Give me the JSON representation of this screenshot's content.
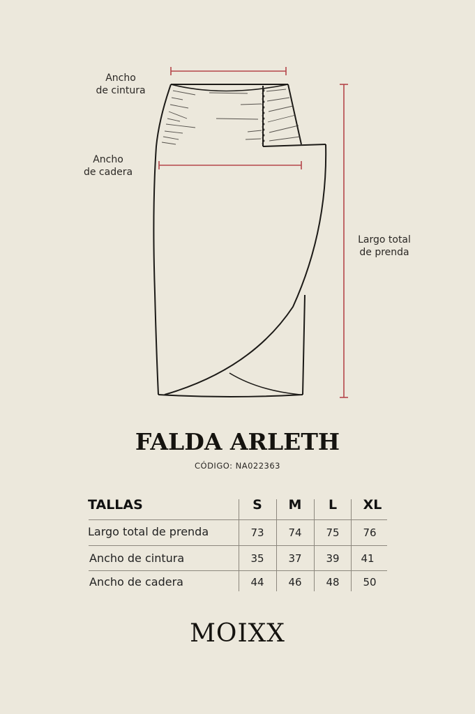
{
  "diagram": {
    "labels": {
      "waist": [
        "Ancho",
        "de cintura"
      ],
      "hip": [
        "Ancho",
        "de cadera"
      ],
      "length": [
        "Largo total",
        "de prenda"
      ]
    },
    "colors": {
      "background": "#ECE8DC",
      "measure_line": "#B5454A",
      "outline": "#1C1A17"
    }
  },
  "product": {
    "name": "FALDA ARLETH",
    "code": "CÓDIGO: NA022363"
  },
  "size_table": {
    "header_label": "TALLAS",
    "sizes": [
      "S",
      "M",
      "L",
      "XL"
    ],
    "rows": [
      {
        "label": "Largo total de prenda",
        "values": [
          "73",
          "74",
          "75",
          "76"
        ]
      },
      {
        "label": "Ancho de cintura",
        "values": [
          "35",
          "37",
          "39",
          "41"
        ]
      },
      {
        "label": "Ancho de cadera",
        "values": [
          "44",
          "46",
          "48",
          "50"
        ]
      }
    ]
  },
  "brand": {
    "name": "MOIXX"
  }
}
